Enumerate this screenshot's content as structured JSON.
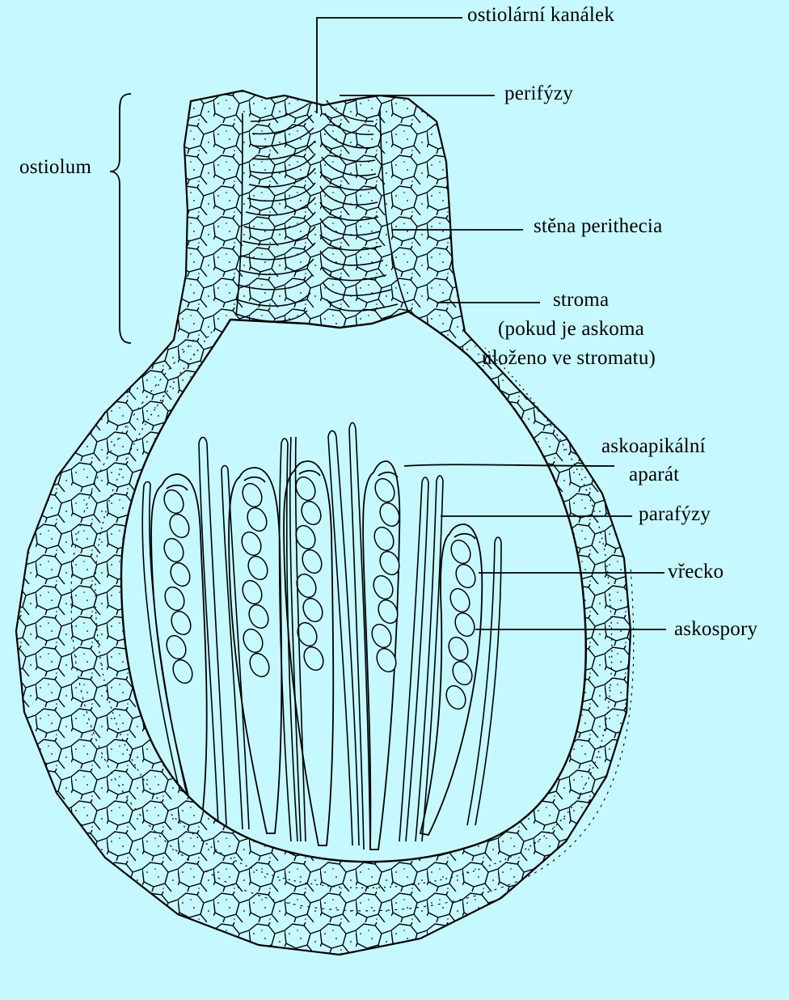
{
  "colors": {
    "background": "#c6f9ff",
    "ink": "#000000"
  },
  "labels": {
    "ostiolar_canal": "ostiolární kanálek",
    "periphyses": "perifýzy",
    "ostiolum": "ostiolum",
    "perithecium_wall": "stěna perithecia",
    "stroma": "stroma",
    "stroma_note_line1": "(pokud je askoma",
    "stroma_note_line2": "uloženo ve stromatu)",
    "apical_apparatus_line1": "askoapikální",
    "apical_apparatus_line2": "aparát",
    "paraphyses": "parafýzy",
    "ascus": "vřecko",
    "ascospores": "askospory"
  }
}
